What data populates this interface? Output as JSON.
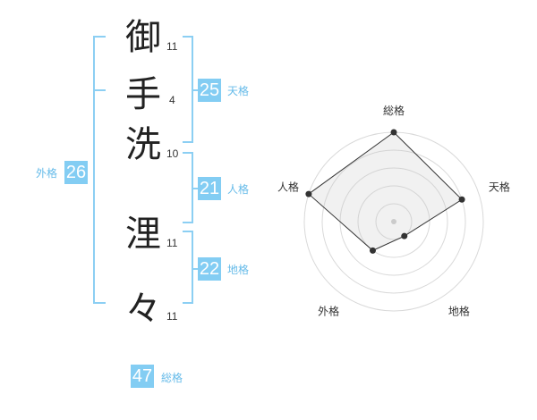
{
  "characters": [
    {
      "char": "御",
      "strokes": "11"
    },
    {
      "char": "手",
      "strokes": "4"
    },
    {
      "char": "洗",
      "strokes": "10"
    },
    {
      "char": "浬",
      "strokes": "11"
    },
    {
      "char": "々",
      "strokes": "11"
    }
  ],
  "fortunes": {
    "tenkaku": {
      "value": "25",
      "label": "天格"
    },
    "jinkaku": {
      "value": "21",
      "label": "人格"
    },
    "chikaku": {
      "value": "22",
      "label": "地格"
    },
    "gaikaku": {
      "value": "26",
      "label": "外格"
    },
    "soukaku": {
      "value": "47",
      "label": "総格"
    }
  },
  "colors": {
    "accent": "#83cdf3",
    "bracket": "#8ccff3",
    "label": "#66bbe9"
  },
  "chart_data": {
    "type": "radar",
    "axes": [
      "総格",
      "天格",
      "地格",
      "外格",
      "人格"
    ],
    "values": [
      5,
      4,
      1,
      2,
      5
    ],
    "range": [
      0,
      5
    ],
    "rings": 5
  }
}
